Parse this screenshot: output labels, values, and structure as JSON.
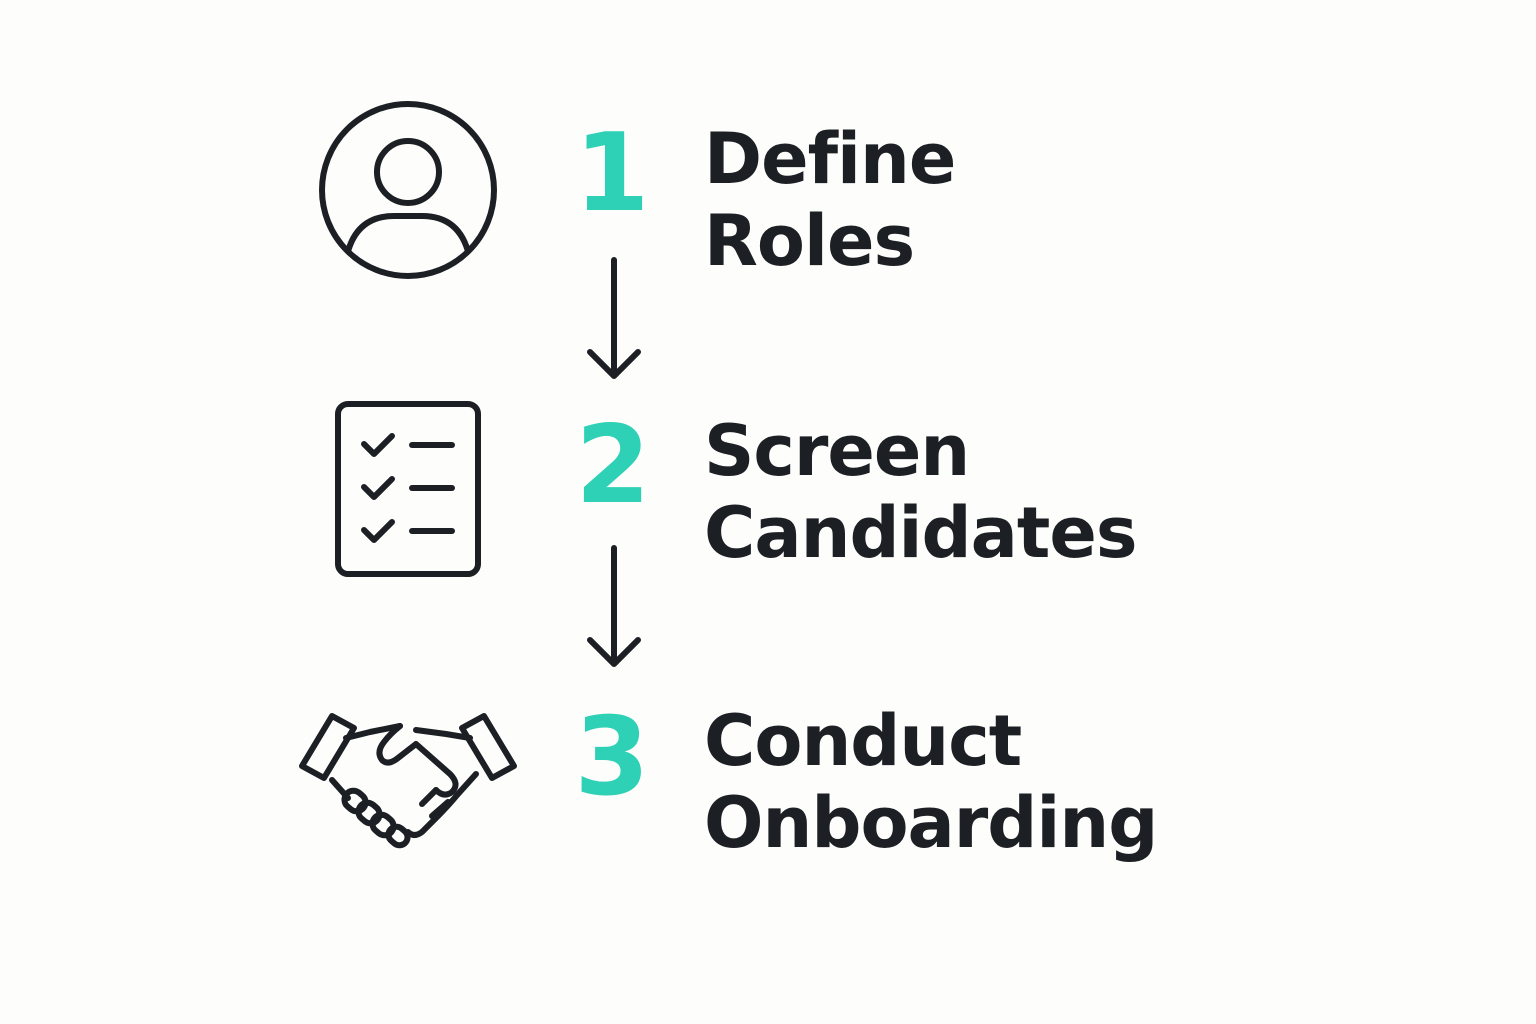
{
  "colors": {
    "accent": "#2ed1b5",
    "ink": "#1c1f24",
    "background": "#fdfdfc"
  },
  "steps": [
    {
      "number": "1",
      "label_line1": "Define",
      "label_line2": "Roles",
      "icon": "user-profile-icon"
    },
    {
      "number": "2",
      "label_line1": "Screen",
      "label_line2": "Candidates",
      "icon": "checklist-icon"
    },
    {
      "number": "3",
      "label_line1": "Conduct",
      "label_line2": "Onboarding",
      "icon": "handshake-icon"
    }
  ],
  "connectors": [
    "arrow-down-icon",
    "arrow-down-icon"
  ]
}
